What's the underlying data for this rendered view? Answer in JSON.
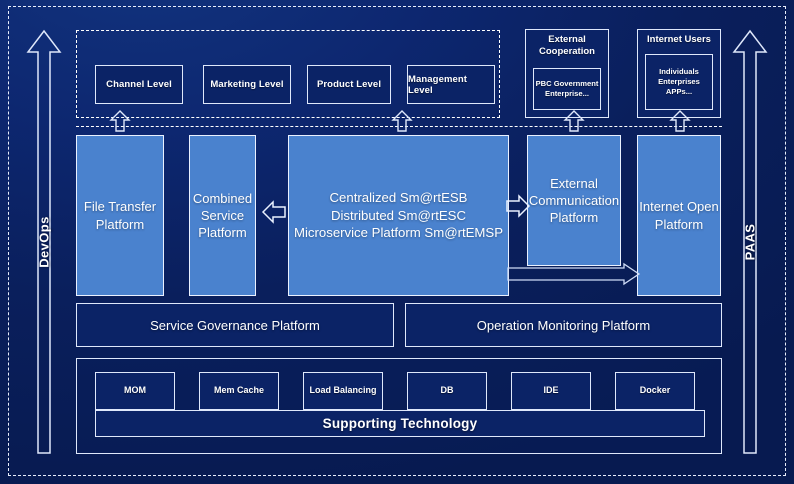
{
  "colors": {
    "background_navy": "#0a1f5c",
    "panel_navy": "#0b2366",
    "platform_blue": "#4a82ce",
    "border_white": "#dfe8fb",
    "text_white": "#ffffff"
  },
  "side_arrows": {
    "left": {
      "label": "DevOps",
      "direction": "up"
    },
    "right": {
      "label": "PAAS",
      "direction": "up"
    }
  },
  "levels": {
    "items": [
      {
        "label": "Channel Level"
      },
      {
        "label": "Marketing Level"
      },
      {
        "label": "Product Level"
      },
      {
        "label": "Management Level"
      }
    ]
  },
  "external_actors": [
    {
      "title": "External Cooperation",
      "detail": "PBC Government Enterprise..."
    },
    {
      "title": "Internet Users",
      "detail": "Individuals Enterprises APPs..."
    }
  ],
  "platforms": [
    {
      "label": "File Transfer Platform"
    },
    {
      "label": "Combined Service Platform"
    },
    {
      "label": "Centralized Sm@rtESB\nDistributed Sm@rtESC\nMicroservice Platform Sm@rtEMSP"
    },
    {
      "label": "External Communication Platform"
    },
    {
      "label": "Internet Open Platform"
    }
  ],
  "governance": [
    {
      "label": "Service Governance Platform"
    },
    {
      "label": "Operation Monitoring Platform"
    }
  ],
  "supporting": {
    "bar_label": "Supporting Technology",
    "items": [
      {
        "label": "MOM"
      },
      {
        "label": "Mem Cache"
      },
      {
        "label": "Load Balancing"
      },
      {
        "label": "DB"
      },
      {
        "label": "IDE"
      },
      {
        "label": "Docker"
      }
    ]
  }
}
